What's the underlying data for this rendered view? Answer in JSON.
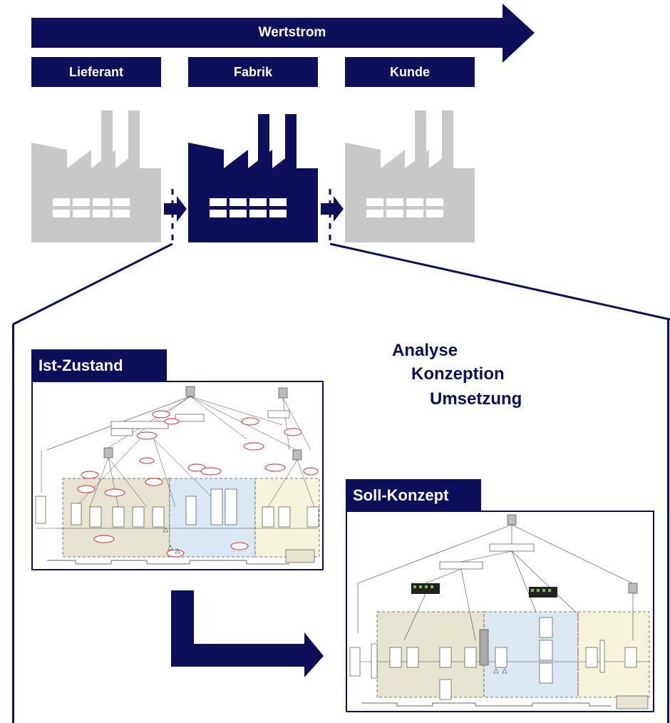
{
  "header": {
    "arrow_label": "Wertstrom",
    "stages": [
      "Lieferant",
      "Fabrik",
      "Kunde"
    ]
  },
  "process_steps": {
    "line1": "Analyse",
    "line2": "Konzeption",
    "line3": "Umsetzung"
  },
  "maps": {
    "current_label": "Ist-Zustand",
    "target_label": "Soll-Konzept"
  },
  "colors": {
    "navy": "#0d0f5a",
    "grey_factory": "#c8c8c8",
    "zone_olive": "#e6e3cf",
    "zone_blue": "#d9e8f2",
    "zone_yellow": "#f5f3d9",
    "annotation_red": "#e0202a"
  },
  "icons": {
    "supplier": "factory-icon",
    "factory": "factory-icon",
    "customer": "factory-icon",
    "flow": "arrow-right-icon"
  }
}
